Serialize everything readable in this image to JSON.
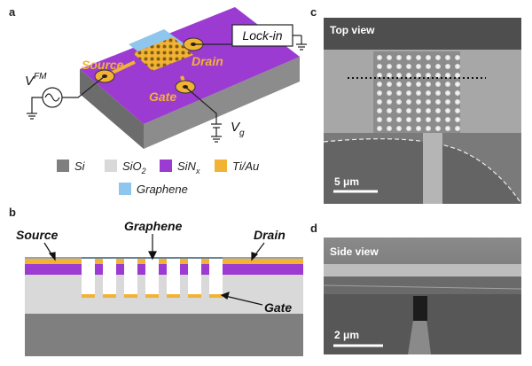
{
  "figure": {
    "panels": {
      "a": "a",
      "b": "b",
      "c": "c",
      "d": "d"
    },
    "panel_a": {
      "labels": {
        "source": "Source",
        "drain": "Drain",
        "gate": "Gate",
        "lockin": "Lock-in",
        "vfm_base": "V",
        "vfm_sup": "FM",
        "vg_base": "V",
        "vg_sub": "g"
      },
      "legend": [
        {
          "name": "Si",
          "color": "#7f7f7f"
        },
        {
          "name": "SiO",
          "sub": "2",
          "color": "#d9d9d9"
        },
        {
          "name": "SiN",
          "sub": "x",
          "color": "#9b3bd1"
        },
        {
          "name": "Ti/Au",
          "color": "#f2b233"
        },
        {
          "name": "Graphene",
          "color": "#8ec6ee"
        }
      ]
    },
    "panel_b": {
      "labels": {
        "source": "Source",
        "graphene": "Graphene",
        "drain": "Drain",
        "gate": "Gate"
      }
    },
    "panel_c": {
      "title": "Top view",
      "scalebar": "5 μm"
    },
    "panel_d": {
      "title": "Side view",
      "scalebar": "2 μm"
    }
  }
}
